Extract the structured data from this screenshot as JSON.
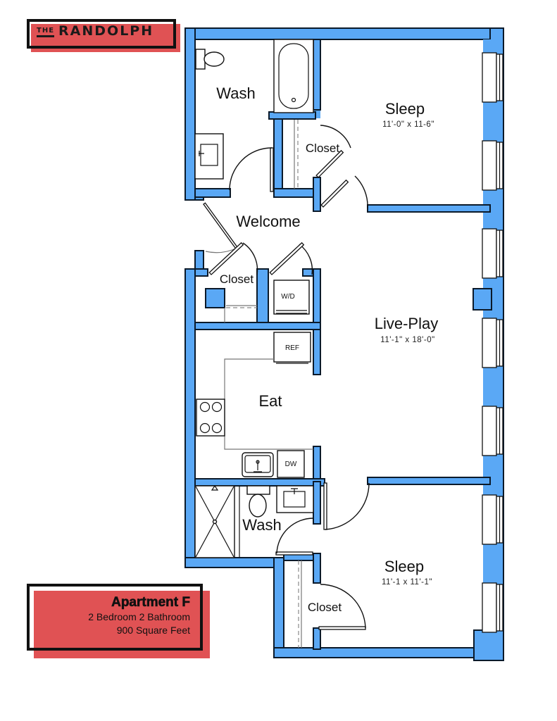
{
  "brand": {
    "prefix": "THE",
    "name": "RANDOLPH",
    "color": "#e05254"
  },
  "colors": {
    "wall": "#5aa8f5",
    "accent": "#e05254"
  },
  "rooms": {
    "wash_top": {
      "label": "Wash"
    },
    "sleep_top": {
      "label": "Sleep",
      "dimensions": "11'-0\"  x  11-6\""
    },
    "closet_top": {
      "label": "Closet"
    },
    "welcome": {
      "label": "Welcome"
    },
    "closet_entry": {
      "label": "Closet"
    },
    "live_play": {
      "label": "Live-Play",
      "dimensions": "11'-1\"  x  18'-0\""
    },
    "eat": {
      "label": "Eat"
    },
    "wash_bottom": {
      "label": "Wash"
    },
    "sleep_bottom": {
      "label": "Sleep",
      "dimensions": "11'-1   x  11'-1\""
    },
    "closet_bottom": {
      "label": "Closet"
    }
  },
  "appliances": {
    "washer_dryer": "W/D",
    "refrigerator": "REF",
    "dishwasher": "DW"
  },
  "unit_info": {
    "title": "Apartment F",
    "bedrooms_bathrooms": "2 Bedroom 2 Bathroom",
    "area": "900 Square Feet"
  }
}
